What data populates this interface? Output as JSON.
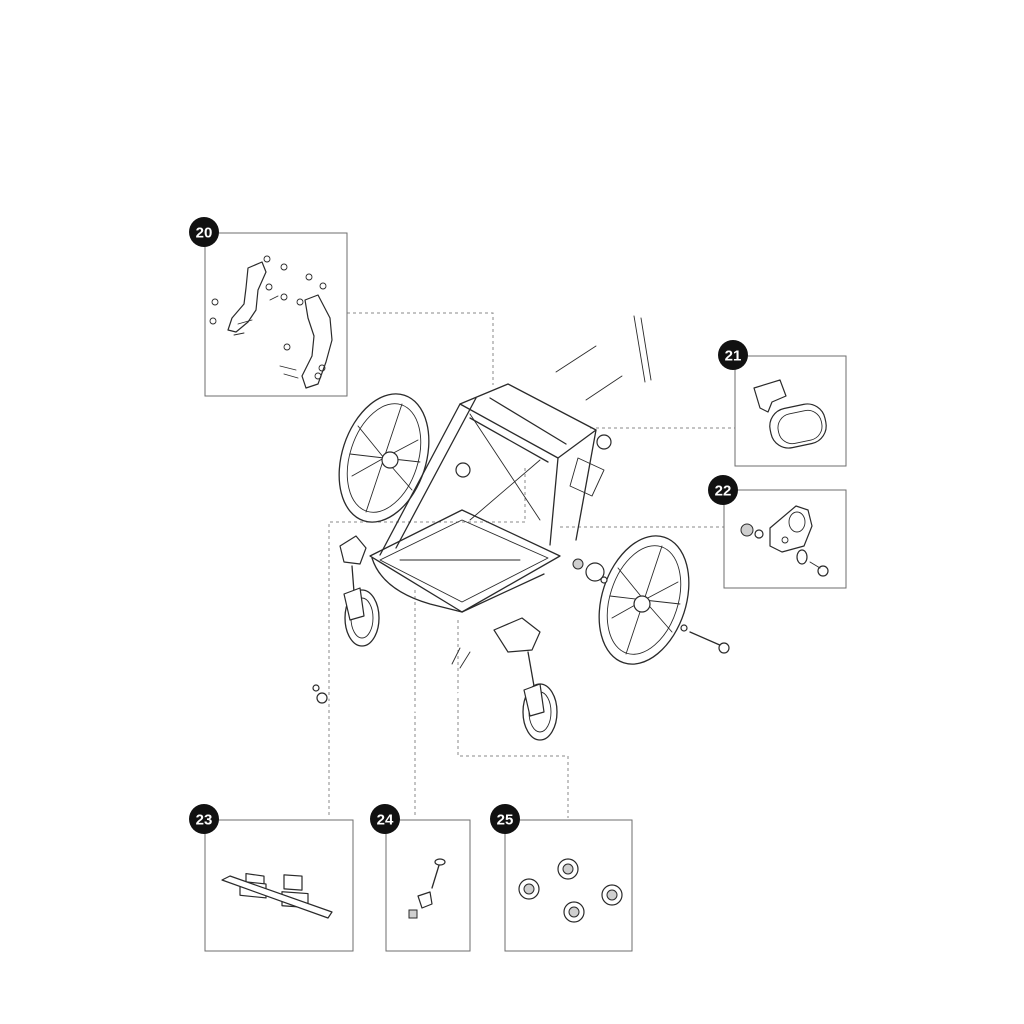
{
  "callouts": [
    {
      "id": "c20",
      "number": "20"
    },
    {
      "id": "c21",
      "number": "21"
    },
    {
      "id": "c22",
      "number": "22"
    },
    {
      "id": "c23",
      "number": "23"
    },
    {
      "id": "c24",
      "number": "24"
    },
    {
      "id": "c25",
      "number": "25"
    }
  ]
}
